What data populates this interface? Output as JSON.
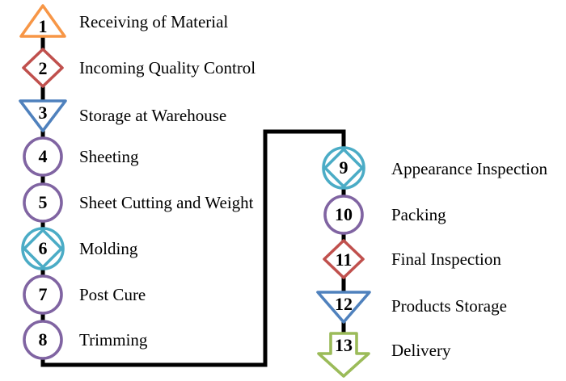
{
  "connector": {
    "color": "#000000"
  },
  "steps": [
    {
      "number": "1",
      "label": "Receiving of Material",
      "shape": "triangle-up",
      "color": "#F79646"
    },
    {
      "number": "2",
      "label": "Incoming Quality Control",
      "shape": "diamond",
      "color": "#C0504D"
    },
    {
      "number": "3",
      "label": "Storage at Warehouse",
      "shape": "triangle-down",
      "color": "#4F81BD"
    },
    {
      "number": "4",
      "label": "Sheeting",
      "shape": "circle",
      "color": "#8064A2"
    },
    {
      "number": "5",
      "label": "Sheet Cutting and Weight",
      "shape": "circle",
      "color": "#8064A2"
    },
    {
      "number": "6",
      "label": "Molding",
      "shape": "circle-diamond",
      "color": "#4BACC6"
    },
    {
      "number": "7",
      "label": "Post Cure",
      "shape": "circle",
      "color": "#8064A2"
    },
    {
      "number": "8",
      "label": "Trimming",
      "shape": "circle",
      "color": "#8064A2"
    },
    {
      "number": "9",
      "label": "Appearance Inspection",
      "shape": "circle-diamond",
      "color": "#4BACC6"
    },
    {
      "number": "10",
      "label": "Packing",
      "shape": "circle",
      "color": "#8064A2"
    },
    {
      "number": "11",
      "label": "Final Inspection",
      "shape": "diamond",
      "color": "#C0504D"
    },
    {
      "number": "12",
      "label": "Products Storage",
      "shape": "triangle-down",
      "color": "#4F81BD"
    },
    {
      "number": "13",
      "label": "Delivery",
      "shape": "arrow-down",
      "color": "#9BBB59"
    }
  ]
}
